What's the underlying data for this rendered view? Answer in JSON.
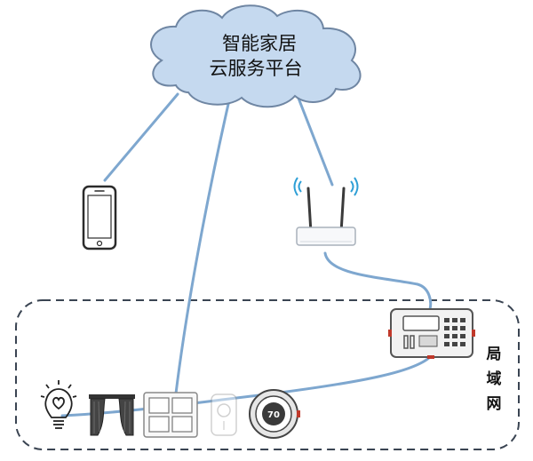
{
  "cloud": {
    "line1": "智能家居",
    "line2": "云服务平台"
  },
  "lan": {
    "label_chars": [
      "局",
      "域",
      "网"
    ]
  },
  "devices": {
    "thermostat_reading": "70"
  },
  "colors": {
    "cloud_fill": "#c5d9ef",
    "link_line": "#7ea7cf",
    "lan_border": "#3a4452",
    "gateway_accent": "#c0392b"
  },
  "icons": [
    "cloud-icon",
    "smartphone-icon",
    "wifi-router-icon",
    "smart-gateway-icon",
    "light-bulb-icon",
    "curtain-icon",
    "wall-switch-icon",
    "door-sensor-icon",
    "thermostat-icon"
  ]
}
